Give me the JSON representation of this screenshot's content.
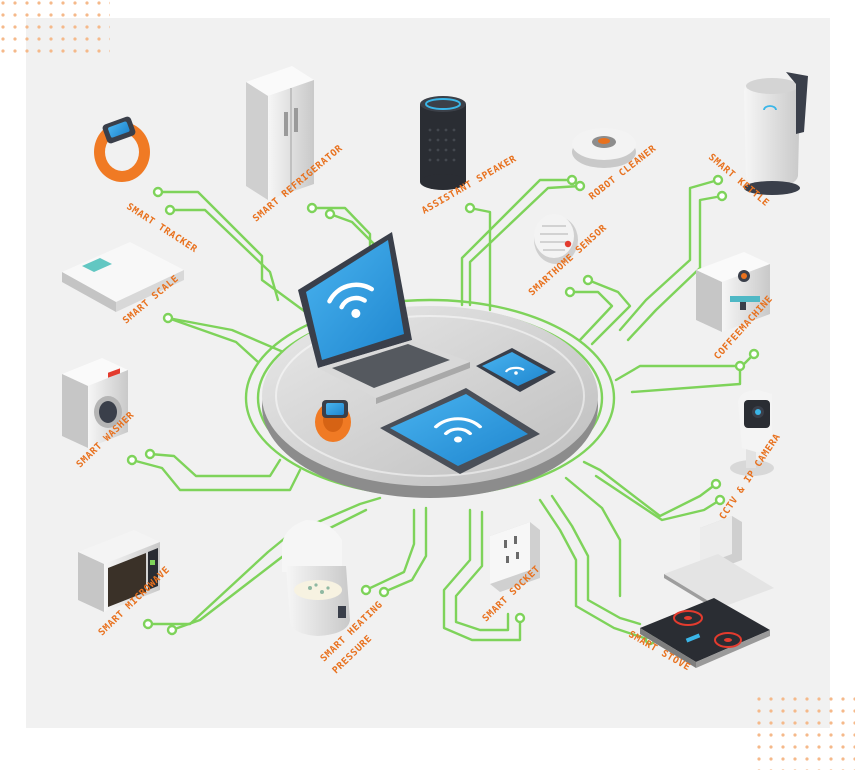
{
  "colors": {
    "background": "#ffffff",
    "panel": "#f1f1f1",
    "wire": "#7ed35a",
    "label": "#e8711e",
    "accent_dots": "#f5b98a",
    "screen": "#2f9ee0"
  },
  "devices": [
    {
      "id": "smart-tracker",
      "label": "SMART TRACKER",
      "icon": "fitness-band-icon"
    },
    {
      "id": "smart-refrigerator",
      "label": "SMART REFRIGERATOR",
      "icon": "refrigerator-icon"
    },
    {
      "id": "assistant-speaker",
      "label": "ASSISTANT SPEAKER",
      "icon": "smart-speaker-icon"
    },
    {
      "id": "robot-cleaner",
      "label": "ROBOT CLEANER",
      "icon": "robot-vacuum-icon"
    },
    {
      "id": "smart-kettle",
      "label": "SMART KETTLE",
      "icon": "kettle-icon"
    },
    {
      "id": "smarthome-sensor",
      "label": "SMARTHOME SENSOR",
      "icon": "smoke-sensor-icon"
    },
    {
      "id": "smart-scale",
      "label": "SMART SCALE",
      "icon": "bathroom-scale-icon"
    },
    {
      "id": "coffeemachine",
      "label": "COFFEEMACHINE",
      "icon": "coffee-machine-icon"
    },
    {
      "id": "smart-washer",
      "label": "SMART WASHER",
      "icon": "washing-machine-icon"
    },
    {
      "id": "cctv-ip-camera",
      "label": "CCTV & IP CAMERA",
      "icon": "security-camera-icon"
    },
    {
      "id": "smart-microwave",
      "label": "SMART MICROWAVE",
      "icon": "microwave-icon"
    },
    {
      "id": "smart-heating-pressure",
      "label_line1": "SMART HEATING",
      "label_line2": "PRESSURE",
      "icon": "pressure-cooker-icon"
    },
    {
      "id": "smart-socket",
      "label": "SMART SOCKET",
      "icon": "power-socket-icon"
    },
    {
      "id": "smart-stove",
      "label": "SMART STOVE",
      "icon": "induction-stove-icon"
    }
  ],
  "hub": {
    "items": [
      "laptop-icon",
      "smartphone-icon",
      "tablet-icon",
      "smartwatch-icon",
      "wifi-icon"
    ]
  }
}
